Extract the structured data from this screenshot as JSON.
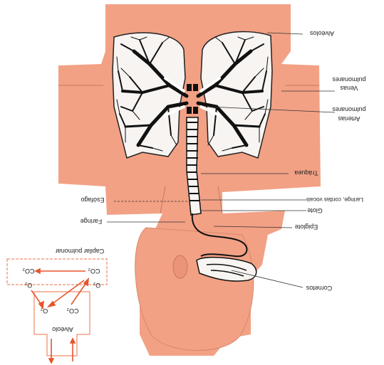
{
  "labels": {
    "alveolos_top": "Alvéolos",
    "venas_1": "Venas",
    "venas_2": "pulmonares",
    "arterias_1": "Arterias",
    "arterias_2": "pulmonares",
    "traquea": "Tráquea",
    "laringe": "Laringe, cordas vocais",
    "glote": "Glote",
    "epiglote": "Epiglote",
    "esofago": "Esófago",
    "faringe": "Faringe",
    "cornetos": "Cornetos",
    "capilar": "Capilar pulmonar",
    "alveolo_box": "Alvéolo"
  },
  "gases": {
    "co2_a": "CO₂",
    "o2_a": "O₂",
    "co2_b": "CO₂",
    "o2_b": "O₂",
    "co2_c": "CO₂",
    "o2_c": "O₂"
  },
  "colors": {
    "body": "#f2a185",
    "lung": "#f7f4f2",
    "vessel": "#111111",
    "arrow": "#e8542c"
  }
}
